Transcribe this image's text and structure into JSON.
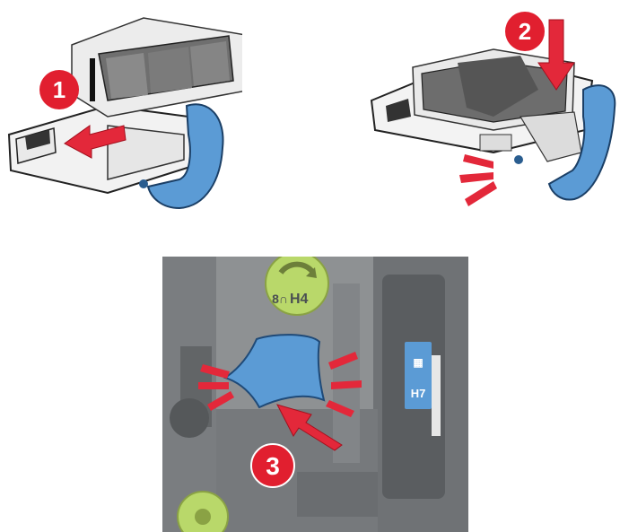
{
  "steps": [
    {
      "number": "1"
    },
    {
      "number": "2"
    },
    {
      "number": "3"
    }
  ],
  "labels": {
    "knob_tag": "H4",
    "knob_prefix": "8∩",
    "latch_tag": "H7"
  },
  "colors": {
    "step_badge": "#e11f2f",
    "arrow": "#e3283a",
    "latch_blue": "#5b9bd5",
    "knob_green": "#b9d86a",
    "photo_gray": "#8e9193"
  },
  "icons": [
    "staple-cartridge-icon",
    "push-arrow-icon",
    "click-indicator-icon",
    "knob-icon"
  ]
}
